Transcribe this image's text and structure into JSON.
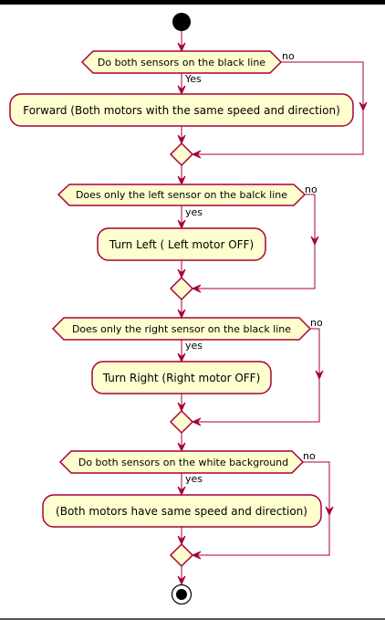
{
  "colors": {
    "border": "#A80036",
    "fill": "#FEFECE",
    "text": "#000000"
  },
  "diagram": {
    "decisions": [
      {
        "question": "Do both sensors on the black line",
        "yes_label": "Yes",
        "no_label": "no",
        "action": "Forward (Both motors with the same speed and direction)"
      },
      {
        "question": "Does only the left sensor on the balck line",
        "yes_label": "yes",
        "no_label": "no",
        "action": "Turn Left ( Left motor OFF)"
      },
      {
        "question": "Does only the right sensor on the black line",
        "yes_label": "yes",
        "no_label": "no",
        "action": "Turn Right (Right motor OFF)"
      },
      {
        "question": "Do both sensors on the white background",
        "yes_label": "yes",
        "no_label": "no",
        "action": "(Both motors have same speed and direction)"
      }
    ]
  }
}
